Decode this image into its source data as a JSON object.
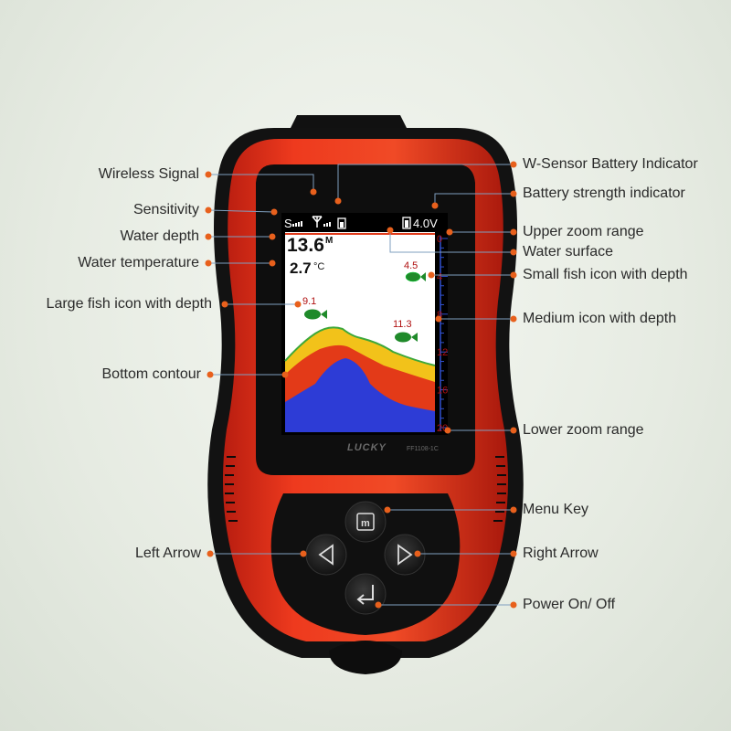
{
  "device": {
    "brand": "LUCKY",
    "model": "FF1108-1C"
  },
  "screen": {
    "status_sensitivity": "S",
    "battery_voltage": "4.0V",
    "water_depth": "13.6",
    "water_depth_unit": "M",
    "water_temperature": "2.7",
    "water_temperature_unit": "°C",
    "fish": [
      {
        "depth": "4.5"
      },
      {
        "depth": "9.1"
      },
      {
        "depth": "11.3"
      }
    ],
    "depth_scale": [
      "0",
      "4",
      "8",
      "12",
      "16",
      "20"
    ]
  },
  "keys": {
    "menu_glyph": "m"
  },
  "labels": {
    "left": {
      "wireless_signal": "Wireless Signal",
      "sensitivity": "Sensitivity",
      "water_depth": "Water depth",
      "water_temperature": "Water temperature",
      "large_fish": "Large fish icon with depth",
      "bottom_contour": "Bottom contour",
      "left_arrow": "Left Arrow"
    },
    "right": {
      "w_sensor_battery": "W-Sensor Battery Indicator",
      "battery_strength": "Battery strength indicator",
      "upper_zoom": "Upper zoom range",
      "water_surface": "Water surface",
      "small_fish": "Small fish icon with depth",
      "medium_fish": "Medium icon with depth",
      "lower_zoom": "Lower zoom range",
      "menu_key": "Menu Key",
      "right_arrow": "Right Arrow",
      "power": "Power On/ Off"
    }
  },
  "colors": {
    "accent_dot": "#e8601c",
    "body_red": "#e2331c",
    "line": "#7f9fbf"
  }
}
